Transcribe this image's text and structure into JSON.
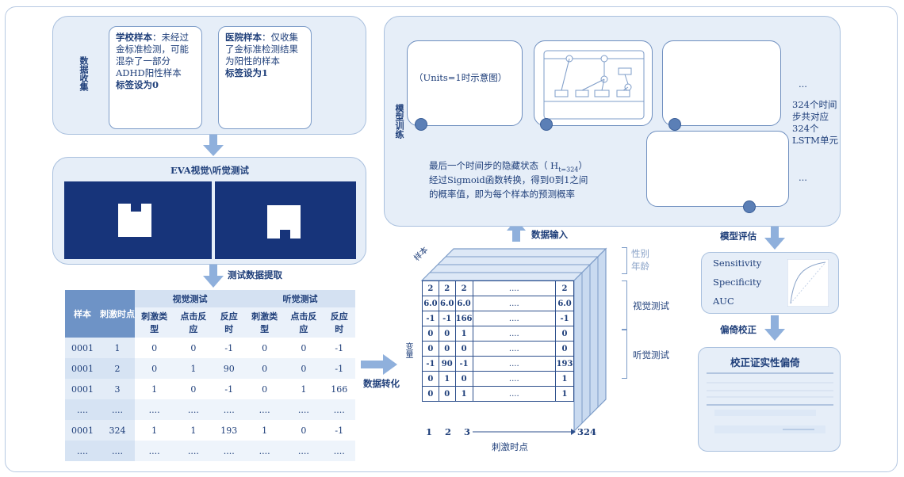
{
  "collection": {
    "side_label": "数据收集",
    "school": {
      "title": "学校样本",
      "body": "：未经过金标准检测，可能混杂了一部分ADHD阳性样本",
      "tag": "标签设为0"
    },
    "hospital": {
      "title": "医院样本",
      "body": "：仅收集了金标准检测结果为阳性的样本",
      "tag": "标签设为1"
    }
  },
  "test": {
    "title": "EVA视觉\\听觉测试"
  },
  "extract_label": "测试数据提取",
  "data_table": {
    "group_visual": "视觉测试",
    "group_audio": "听觉测试",
    "col_sample": "样本",
    "col_time": "刺激时点",
    "sub_cols": [
      "刺激类型",
      "点击反应",
      "反应时",
      "刺激类型",
      "点击反应",
      "反应时"
    ],
    "rows": [
      [
        "0001",
        "1",
        "0",
        "0",
        "-1",
        "0",
        "0",
        "-1"
      ],
      [
        "0001",
        "2",
        "0",
        "1",
        "90",
        "0",
        "0",
        "-1"
      ],
      [
        "0001",
        "3",
        "1",
        "0",
        "-1",
        "0",
        "1",
        "166"
      ],
      [
        "....",
        "....",
        "....",
        "....",
        "....",
        "....",
        "....",
        "...."
      ],
      [
        "0001",
        "324",
        "1",
        "1",
        "193",
        "1",
        "0",
        "-1"
      ],
      [
        "....",
        "....",
        "....",
        "....",
        "....",
        "....",
        "....",
        "...."
      ]
    ]
  },
  "convert_label": "数据转化",
  "input_label": "数据输入",
  "cube": {
    "axis_sample": "样本",
    "axis_var": "变量",
    "axis_time": "刺激时点",
    "x_ticks": [
      "1",
      "2",
      "3",
      "324"
    ],
    "rows": [
      [
        "2",
        "2",
        "2",
        "....",
        "2"
      ],
      [
        "6.0",
        "6.0",
        "6.0",
        "....",
        "6.0"
      ],
      [
        "-1",
        "-1",
        "166",
        "....",
        "-1"
      ],
      [
        "0",
        "0",
        "1",
        "....",
        "0"
      ],
      [
        "0",
        "0",
        "0",
        "....",
        "0"
      ],
      [
        "-1",
        "90",
        "-1",
        "....",
        "193"
      ],
      [
        "0",
        "1",
        "0",
        "....",
        "1"
      ],
      [
        "0",
        "0",
        "1",
        "....",
        "1"
      ]
    ],
    "side_labels": [
      "性别",
      "年龄",
      "视觉测试",
      "听觉测试"
    ]
  },
  "lstm": {
    "side_label": "模型训练",
    "units_note": "（Units=1时示意图）",
    "steps_note": "324个时间步共对应324个LSTM单元",
    "dots": "...",
    "desc_line1": "最后一个时间步的隐藏状态（ H",
    "desc_sub": "t=324",
    "desc_line1_end": "）",
    "desc_line2": "经过Sigmoid函数转换，得到0到1之间",
    "desc_line3": "的概率值，即为每个样本的预测概率"
  },
  "eval": {
    "arrow_label": "模型评估",
    "metrics": [
      "Sensitivity",
      "Specificity",
      "AUC"
    ]
  },
  "bias": {
    "arrow_label": "偏倚校正",
    "title": "校正证实性偏倚"
  },
  "colors": {
    "primary": "#17347a",
    "panel": "#e6eef8",
    "border": "#a9c0de",
    "arrow": "#8fb0dc"
  }
}
